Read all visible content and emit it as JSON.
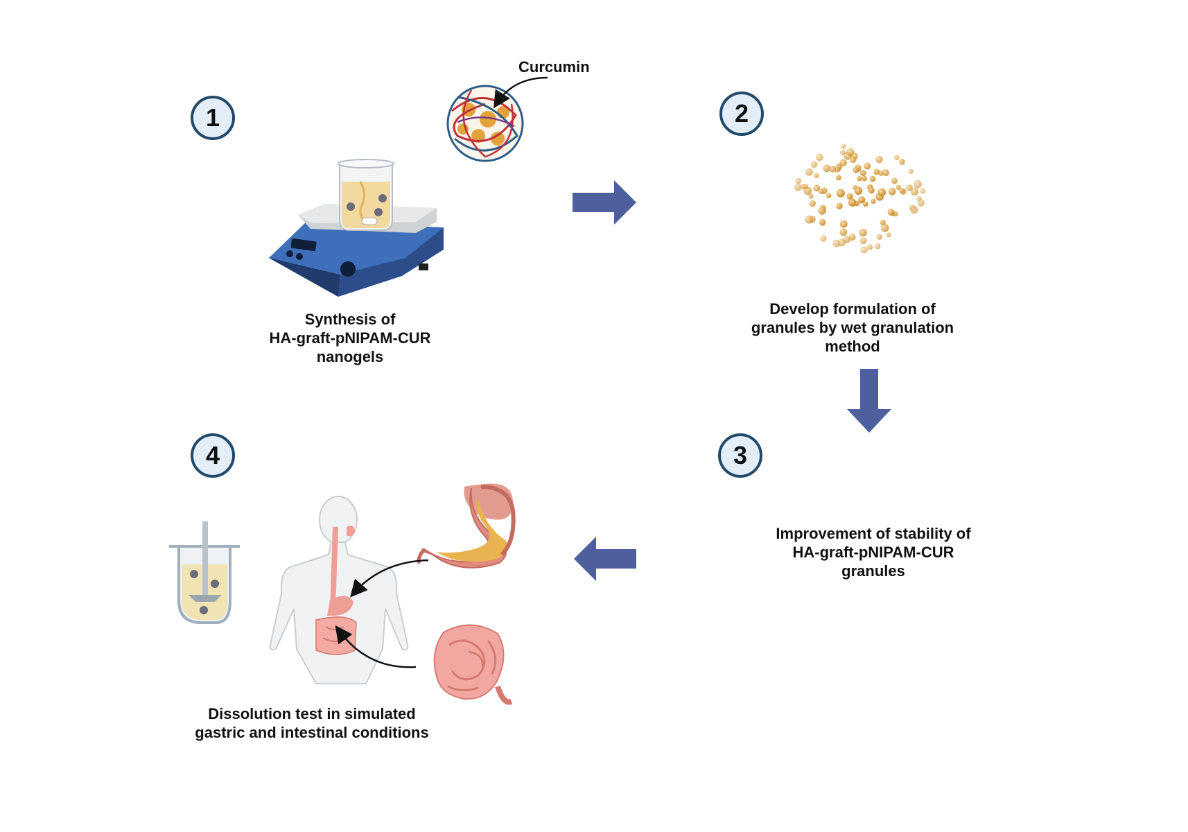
{
  "steps": [
    {
      "number": "1",
      "caption": "Synthesis of\nHA-graft-pNIPAM-CUR\nnanogels"
    },
    {
      "number": "2",
      "caption": "Develop formulation of\ngranules by wet granulation\nmethod"
    },
    {
      "number": "3",
      "caption": "Improvement of stability  of\nHA-graft-pNIPAM-CUR\ngranules"
    },
    {
      "number": "4",
      "caption": "Dissolution test in simulated\ngastric and intestinal conditions"
    }
  ],
  "labels": {
    "curcumin": "Curcumin"
  },
  "colors": {
    "arrow": "#4e5f9d",
    "badge_border": "#23496b",
    "badge_fill": "#e3eef9",
    "granule": "#d9a04a",
    "stirrer_body": "#2f5ea6",
    "stomach": "#e08a80",
    "intestine": "#ef9e96"
  },
  "icons": [
    "magnetic-stirrer-icon",
    "beaker-icon",
    "nanogel-icon",
    "granules-icon",
    "dissolution-vessel-icon",
    "human-body-icon",
    "stomach-icon",
    "intestine-icon"
  ]
}
